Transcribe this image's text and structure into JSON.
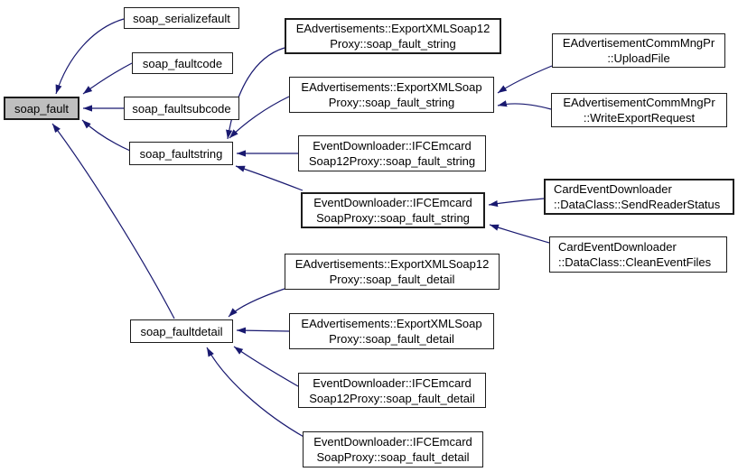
{
  "diagram": {
    "kind": "caller-graph",
    "root_function": "soap_fault",
    "colors": {
      "background": "#ffffff",
      "edge": "#191970",
      "node_border": "#1c1c1c",
      "node_fill": "#ffffff",
      "root_fill": "#bfbfbf",
      "text": "#000000"
    },
    "nodes": [
      {
        "id": "soap_fault",
        "line1": "soap_fault"
      },
      {
        "id": "soap_serializefault",
        "line1": "soap_serializefault"
      },
      {
        "id": "soap_faultcode",
        "line1": "soap_faultcode"
      },
      {
        "id": "soap_faultsubcode",
        "line1": "soap_faultsubcode"
      },
      {
        "id": "soap_faultstring",
        "line1": "soap_faultstring"
      },
      {
        "id": "soap_faultdetail",
        "line1": "soap_faultdetail"
      },
      {
        "id": "exportxmlsoap12proxy_fault_string",
        "line1": "EAdvertisements::ExportXMLSoap12",
        "line2": "Proxy::soap_fault_string"
      },
      {
        "id": "exportxmlsoapproxy_fault_string",
        "line1": "EAdvertisements::ExportXMLSoap",
        "line2": "Proxy::soap_fault_string"
      },
      {
        "id": "ifcemcardsoap12proxy_fault_string",
        "line1": "EventDownloader::IFCEmcard",
        "line2": "Soap12Proxy::soap_fault_string"
      },
      {
        "id": "ifcemcardsoapproxy_fault_string",
        "line1": "EventDownloader::IFCEmcard",
        "line2": "SoapProxy::soap_fault_string"
      },
      {
        "id": "uploadfile",
        "line1": "EAdvertisementCommMngPr",
        "line2": "::UploadFile"
      },
      {
        "id": "writeexportrequest",
        "line1": "EAdvertisementCommMngPr",
        "line2": "::WriteExportRequest"
      },
      {
        "id": "sendreaderstatus",
        "line1": "CardEventDownloader",
        "line2": "::DataClass::SendReaderStatus"
      },
      {
        "id": "cleaneventfiles",
        "line1": "CardEventDownloader",
        "line2": "::DataClass::CleanEventFiles"
      },
      {
        "id": "exportxmlsoap12proxy_fault_detail",
        "line1": "EAdvertisements::ExportXMLSoap12",
        "line2": "Proxy::soap_fault_detail"
      },
      {
        "id": "exportxmlsoapproxy_fault_detail",
        "line1": "EAdvertisements::ExportXMLSoap",
        "line2": "Proxy::soap_fault_detail"
      },
      {
        "id": "ifcemcardsoap12proxy_fault_detail",
        "line1": "EventDownloader::IFCEmcard",
        "line2": "Soap12Proxy::soap_fault_detail"
      },
      {
        "id": "ifcemcardsoapproxy_fault_detail",
        "line1": "EventDownloader::IFCEmcard",
        "line2": "SoapProxy::soap_fault_detail"
      }
    ],
    "edges": [
      {
        "from": "soap_serializefault",
        "to": "soap_fault"
      },
      {
        "from": "soap_faultcode",
        "to": "soap_fault"
      },
      {
        "from": "soap_faultsubcode",
        "to": "soap_fault"
      },
      {
        "from": "soap_faultstring",
        "to": "soap_fault"
      },
      {
        "from": "soap_faultdetail",
        "to": "soap_fault"
      },
      {
        "from": "exportxmlsoap12proxy_fault_string",
        "to": "soap_faultstring"
      },
      {
        "from": "exportxmlsoapproxy_fault_string",
        "to": "soap_faultstring"
      },
      {
        "from": "ifcemcardsoap12proxy_fault_string",
        "to": "soap_faultstring"
      },
      {
        "from": "ifcemcardsoapproxy_fault_string",
        "to": "soap_faultstring"
      },
      {
        "from": "uploadfile",
        "to": "exportxmlsoapproxy_fault_string"
      },
      {
        "from": "writeexportrequest",
        "to": "exportxmlsoapproxy_fault_string"
      },
      {
        "from": "sendreaderstatus",
        "to": "ifcemcardsoapproxy_fault_string"
      },
      {
        "from": "cleaneventfiles",
        "to": "ifcemcardsoapproxy_fault_string"
      },
      {
        "from": "exportxmlsoap12proxy_fault_detail",
        "to": "soap_faultdetail"
      },
      {
        "from": "exportxmlsoapproxy_fault_detail",
        "to": "soap_faultdetail"
      },
      {
        "from": "ifcemcardsoap12proxy_fault_detail",
        "to": "soap_faultdetail"
      },
      {
        "from": "ifcemcardsoapproxy_fault_detail",
        "to": "soap_faultdetail"
      }
    ]
  }
}
